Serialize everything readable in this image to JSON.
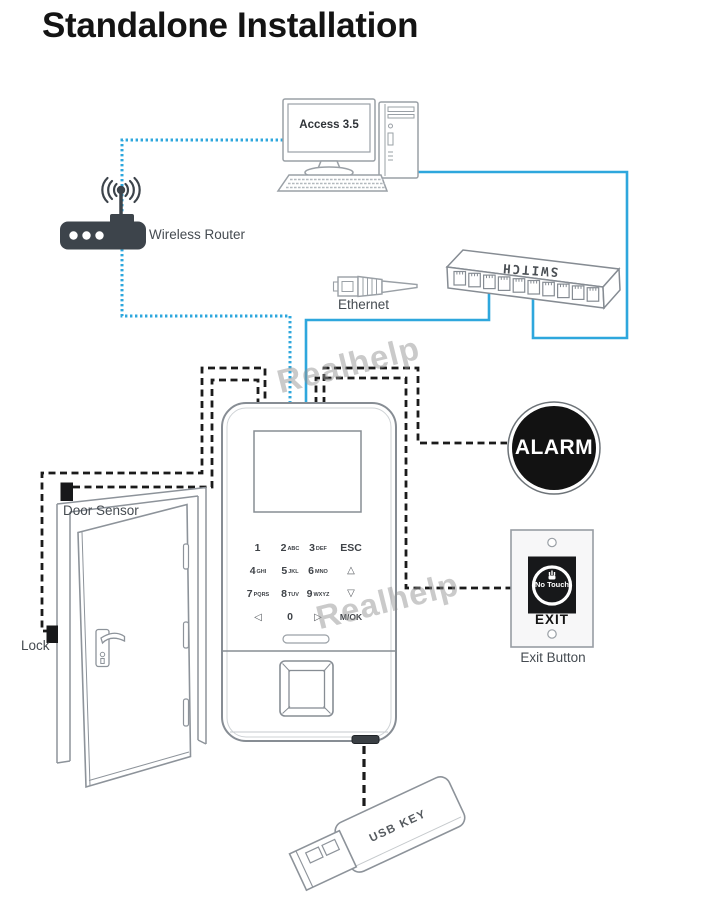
{
  "title": "Standalone Installation",
  "watermark": "Realhelp",
  "computer": {
    "screen_label": "Access 3.5"
  },
  "router": {
    "label": "Wireless Router"
  },
  "ethernet": {
    "label": "Ethernet"
  },
  "network_switch": {
    "label": "SWITCH"
  },
  "alarm": {
    "label": "ALARM"
  },
  "door": {
    "sensor_label": "Door Sensor",
    "lock_label": "Lock"
  },
  "exit_button": {
    "no_touch_label": "No Touch",
    "exit_label": "EXIT",
    "caption": "Exit Button"
  },
  "usb_key": {
    "label": "USB KEY"
  },
  "device": {
    "keypad": {
      "rows": [
        {
          "keys": [
            {
              "main": "1",
              "sub": ""
            },
            {
              "main": "2",
              "sub": "ABC"
            },
            {
              "main": "3",
              "sub": "DEF"
            },
            {
              "main": "ESC",
              "sub": ""
            }
          ]
        },
        {
          "keys": [
            {
              "main": "4",
              "sub": "GHI"
            },
            {
              "main": "5",
              "sub": "JKL"
            },
            {
              "main": "6",
              "sub": "MNO"
            },
            {
              "main": "△",
              "sub": ""
            }
          ]
        },
        {
          "keys": [
            {
              "main": "7",
              "sub": "PQRS"
            },
            {
              "main": "8",
              "sub": "TUV"
            },
            {
              "main": "9",
              "sub": "WXYZ"
            },
            {
              "main": "▽",
              "sub": ""
            }
          ]
        },
        {
          "keys": [
            {
              "main": "◁",
              "sub": ""
            },
            {
              "main": "0",
              "sub": ""
            },
            {
              "main": "▷",
              "sub": ""
            },
            {
              "main": "M/OK",
              "sub": ""
            }
          ]
        }
      ]
    }
  },
  "colors": {
    "cable_blue": "#2ea7dd",
    "wire_black": "#1b1b1b",
    "line_art_gray": "#8d939a",
    "router_dark": "#3d444b",
    "alarm_fill": "#121212"
  }
}
